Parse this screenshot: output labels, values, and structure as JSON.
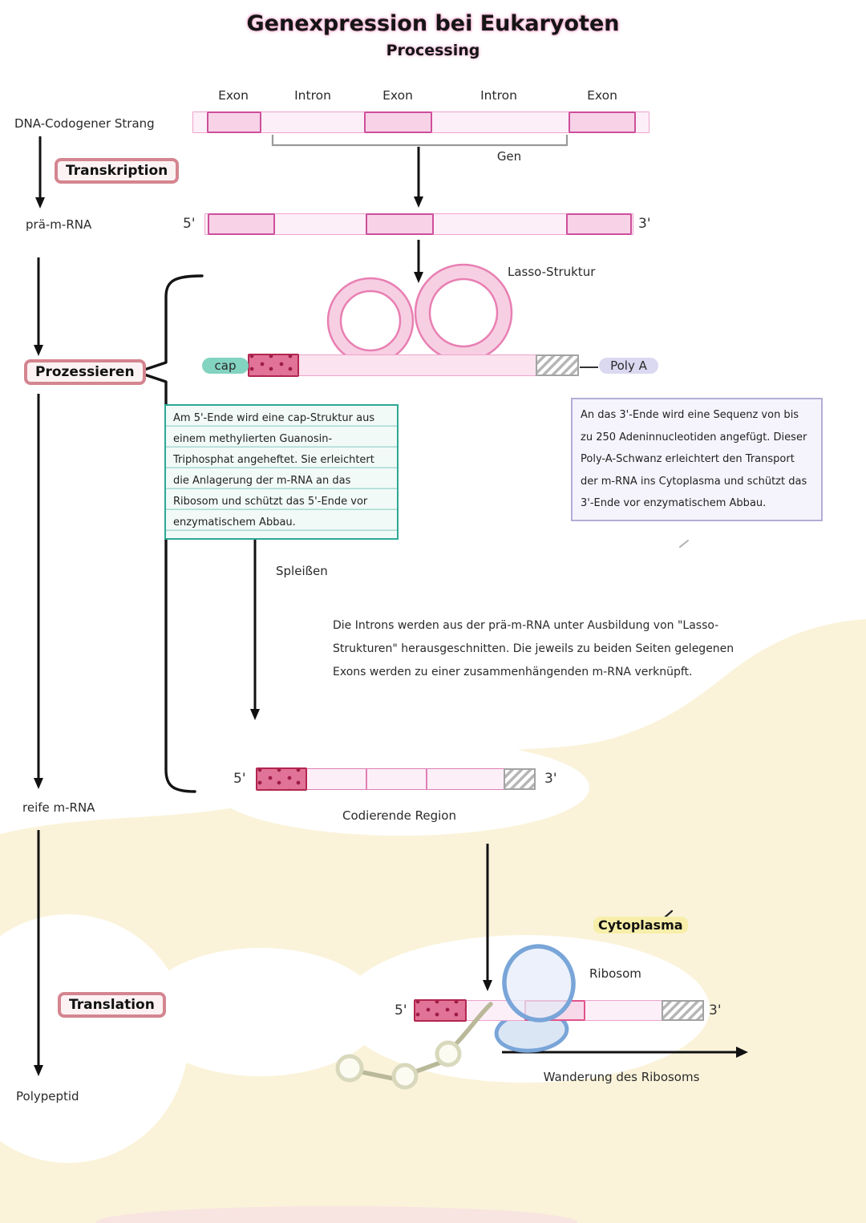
{
  "title": "Genexpression bei Eukaryoten",
  "subtitle": "Processing",
  "dna": {
    "label": "DNA-Codogener Strang",
    "segments": [
      "Exon",
      "Intron",
      "Exon",
      "Intron",
      "Exon"
    ],
    "gen": "Gen"
  },
  "steps": {
    "transkription": "Transkription",
    "prozessieren": "Prozessieren",
    "translation": "Translation"
  },
  "pre_mrna": {
    "label": "prä-m-RNA",
    "five_prime": "5'",
    "three_prime": "3'"
  },
  "lasso": {
    "label": "Lasso-Struktur",
    "cap": "cap",
    "poly_a": "Poly A"
  },
  "notes": {
    "cap": "Am 5'-Ende wird eine cap-Struktur aus einem methylierten Guanosin-Triphosphat angeheftet. Sie erleichtert die Anlagerung der m-RNA an das Ribosom und schützt das 5'-Ende vor enzymatischem Abbau.",
    "poly_a": "An das 3'-Ende wird eine Sequenz von bis zu 250 Adeninnucleotiden angefügt. Dieser Poly-A-Schwanz erleichtert den Transport der m-RNA ins Cytoplasma und schützt das 3'-Ende vor enzymatischem Abbau.",
    "splice": "Die Introns werden aus der prä-m-RNA unter Ausbildung von \"Lasso-Strukturen\" herausgeschnitten. Die jeweils zu beiden Seiten gelegenen Exons werden zu einer zusammenhängenden m-RNA verknüpft."
  },
  "splice_label": "Spleißen",
  "mature_mrna": {
    "label": "reife m-RNA",
    "coding_region": "Codierende Region",
    "five_prime": "5'",
    "three_prime": "3'"
  },
  "translation_scene": {
    "cytoplasma": "Cytoplasma",
    "ribosom": "Ribosom",
    "wanderung": "Wanderung des Ribosoms",
    "five_prime": "5'",
    "three_prime": "3'"
  },
  "polypeptid_label": "Polypeptid",
  "colors": {
    "exon_border": "#cd4f9c",
    "exon_fill": "#f8d2e7",
    "bar_fill": "#fceff7",
    "cap_fill": "#e17398",
    "cap_border": "#b2264f",
    "poly_a_hatch": "#b6b6b6",
    "teal_accent": "#2fa796",
    "lavender_accent": "#b1aed6",
    "step_box_border": "#d4858f",
    "ribosome_blue": "#79a5d8",
    "cream_background": "#faf3da",
    "cap_highlight": "#82d3c0",
    "poly_a_highlight": "#dbd8f1",
    "cytoplasma_highlight": "#f7efa9",
    "chain_olive": "#b9b99a"
  }
}
